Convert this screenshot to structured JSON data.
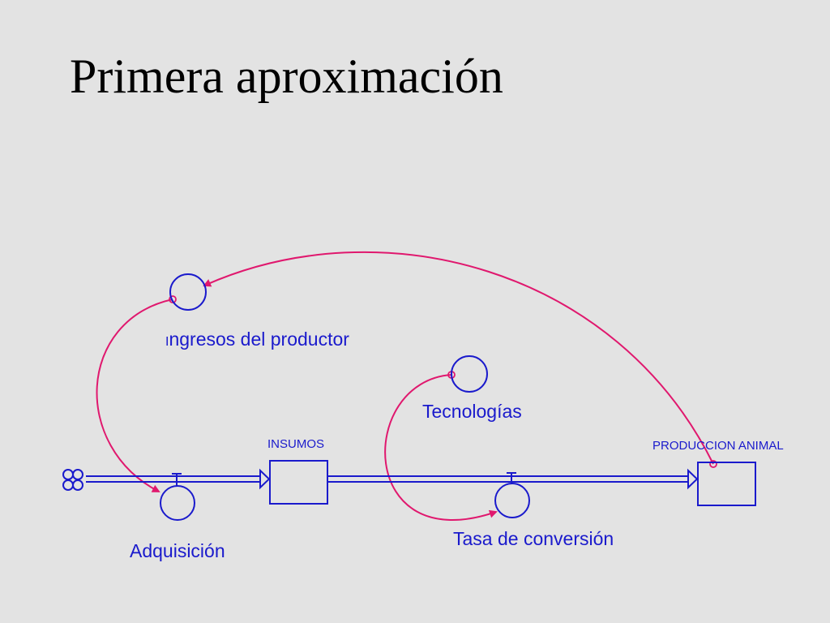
{
  "title": "Primera aproximación",
  "colors": {
    "background": "#e3e3e3",
    "structure": "#1a1acc",
    "link": "#e0186e",
    "title_text": "#000000"
  },
  "diagram": {
    "stocks": {
      "insumos": "INSUMOS",
      "produccion_animal": "PRODUCCION ANIMAL"
    },
    "flows": {
      "adquisicion": "Adquisición",
      "tasa_conversion": "Tasa de conversión"
    },
    "auxiliaries": {
      "ingresos_prefix": "I",
      "ingresos_rest": "ngresos del productor",
      "tecnologias": "Tecnologías"
    },
    "source_icon": "cloud-source-icon",
    "valve_icon": "valve-icon",
    "link_start_icon": "link-origin-circle-icon",
    "arrowhead_icon": "arrowhead-icon"
  }
}
